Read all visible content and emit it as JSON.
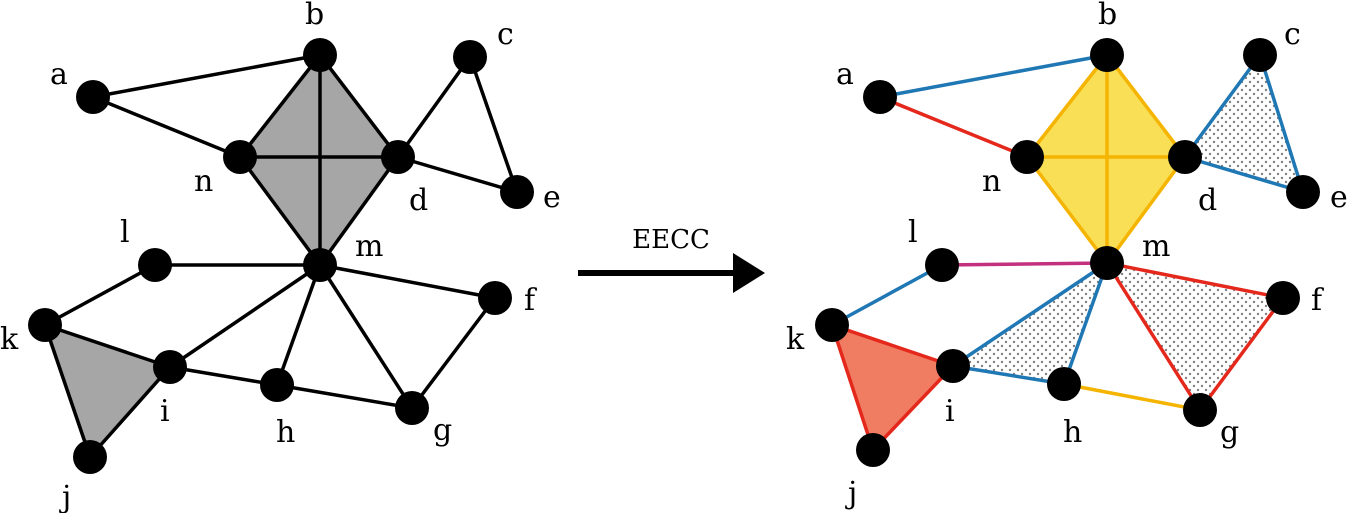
{
  "left_graph": {
    "labels": {
      "a": "a",
      "b": "b",
      "c": "c",
      "d": "d",
      "e": "e",
      "f": "f",
      "g": "g",
      "h": "h",
      "i": "i",
      "j": "j",
      "k": "k",
      "l": "l",
      "m": "m",
      "n": "n"
    }
  },
  "right_graph": {
    "labels": {
      "a": "a",
      "b": "b",
      "c": "c",
      "d": "d",
      "e": "e",
      "f": "f",
      "g": "g",
      "h": "h",
      "i": "i",
      "j": "j",
      "k": "k",
      "l": "l",
      "m": "m",
      "n": "n"
    }
  },
  "arrow": {
    "label": "EECC"
  },
  "colors": {
    "black": "#000000",
    "gray_fill": "#a6a6a6",
    "blue": "#1f77b4",
    "red": "#e4281c",
    "orange": "#f5b400",
    "yellow_fill": "#f9df55",
    "salmon_fill": "#f07c62",
    "magenta": "#c2307e",
    "dot": "#808080"
  }
}
